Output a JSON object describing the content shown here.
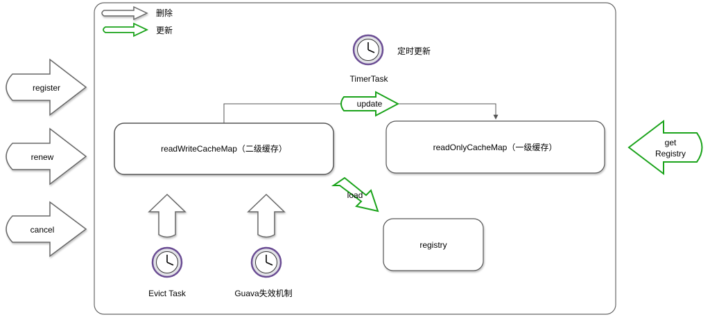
{
  "legend": {
    "delete_label": "删除",
    "update_label": "更新"
  },
  "timer": {
    "caption": "定时更新",
    "task_label": "TimerTask"
  },
  "inputs": {
    "register_label": "register",
    "renew_label": "renew",
    "cancel_label": "cancel"
  },
  "caches": {
    "read_write_label": "readWriteCacheMap（二级缓存）",
    "read_only_label": "readOnlyCacheMap（一级缓存）",
    "registry_label": "registry"
  },
  "flows": {
    "update_label": "update",
    "load_label": "load"
  },
  "get_registry": {
    "line1": "get",
    "line2": "Registry"
  },
  "evictors": {
    "evict_task_label": "Evict Task",
    "guava_label": "Guava失效机制"
  },
  "colors": {
    "delete_stroke": "#666666",
    "update_stroke": "#1aa31a",
    "clock_ring": "#6a4c93",
    "box_stroke": "#555555"
  },
  "icons": [
    "clock-icon",
    "arrow-right-icon",
    "arrow-left-icon",
    "arrow-up-icon"
  ]
}
